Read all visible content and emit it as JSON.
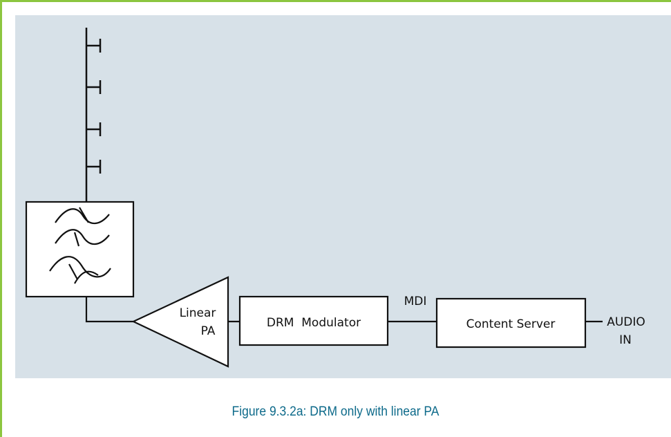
{
  "diagram": {
    "amplifier_label_line1": "Linear",
    "amplifier_label_line2": "PA",
    "modulator_label": "DRM  Modulator",
    "mdi_label": "MDI",
    "content_server_label": "Content Server",
    "audio_in_line1": "AUDIO",
    "audio_in_line2": "IN",
    "colors": {
      "frame_border": "#8cc63f",
      "panel_background": "#d7e1e8",
      "caption_text": "#0d6a8a"
    }
  },
  "caption": "Figure 9.3.2a: DRM only with linear PA"
}
